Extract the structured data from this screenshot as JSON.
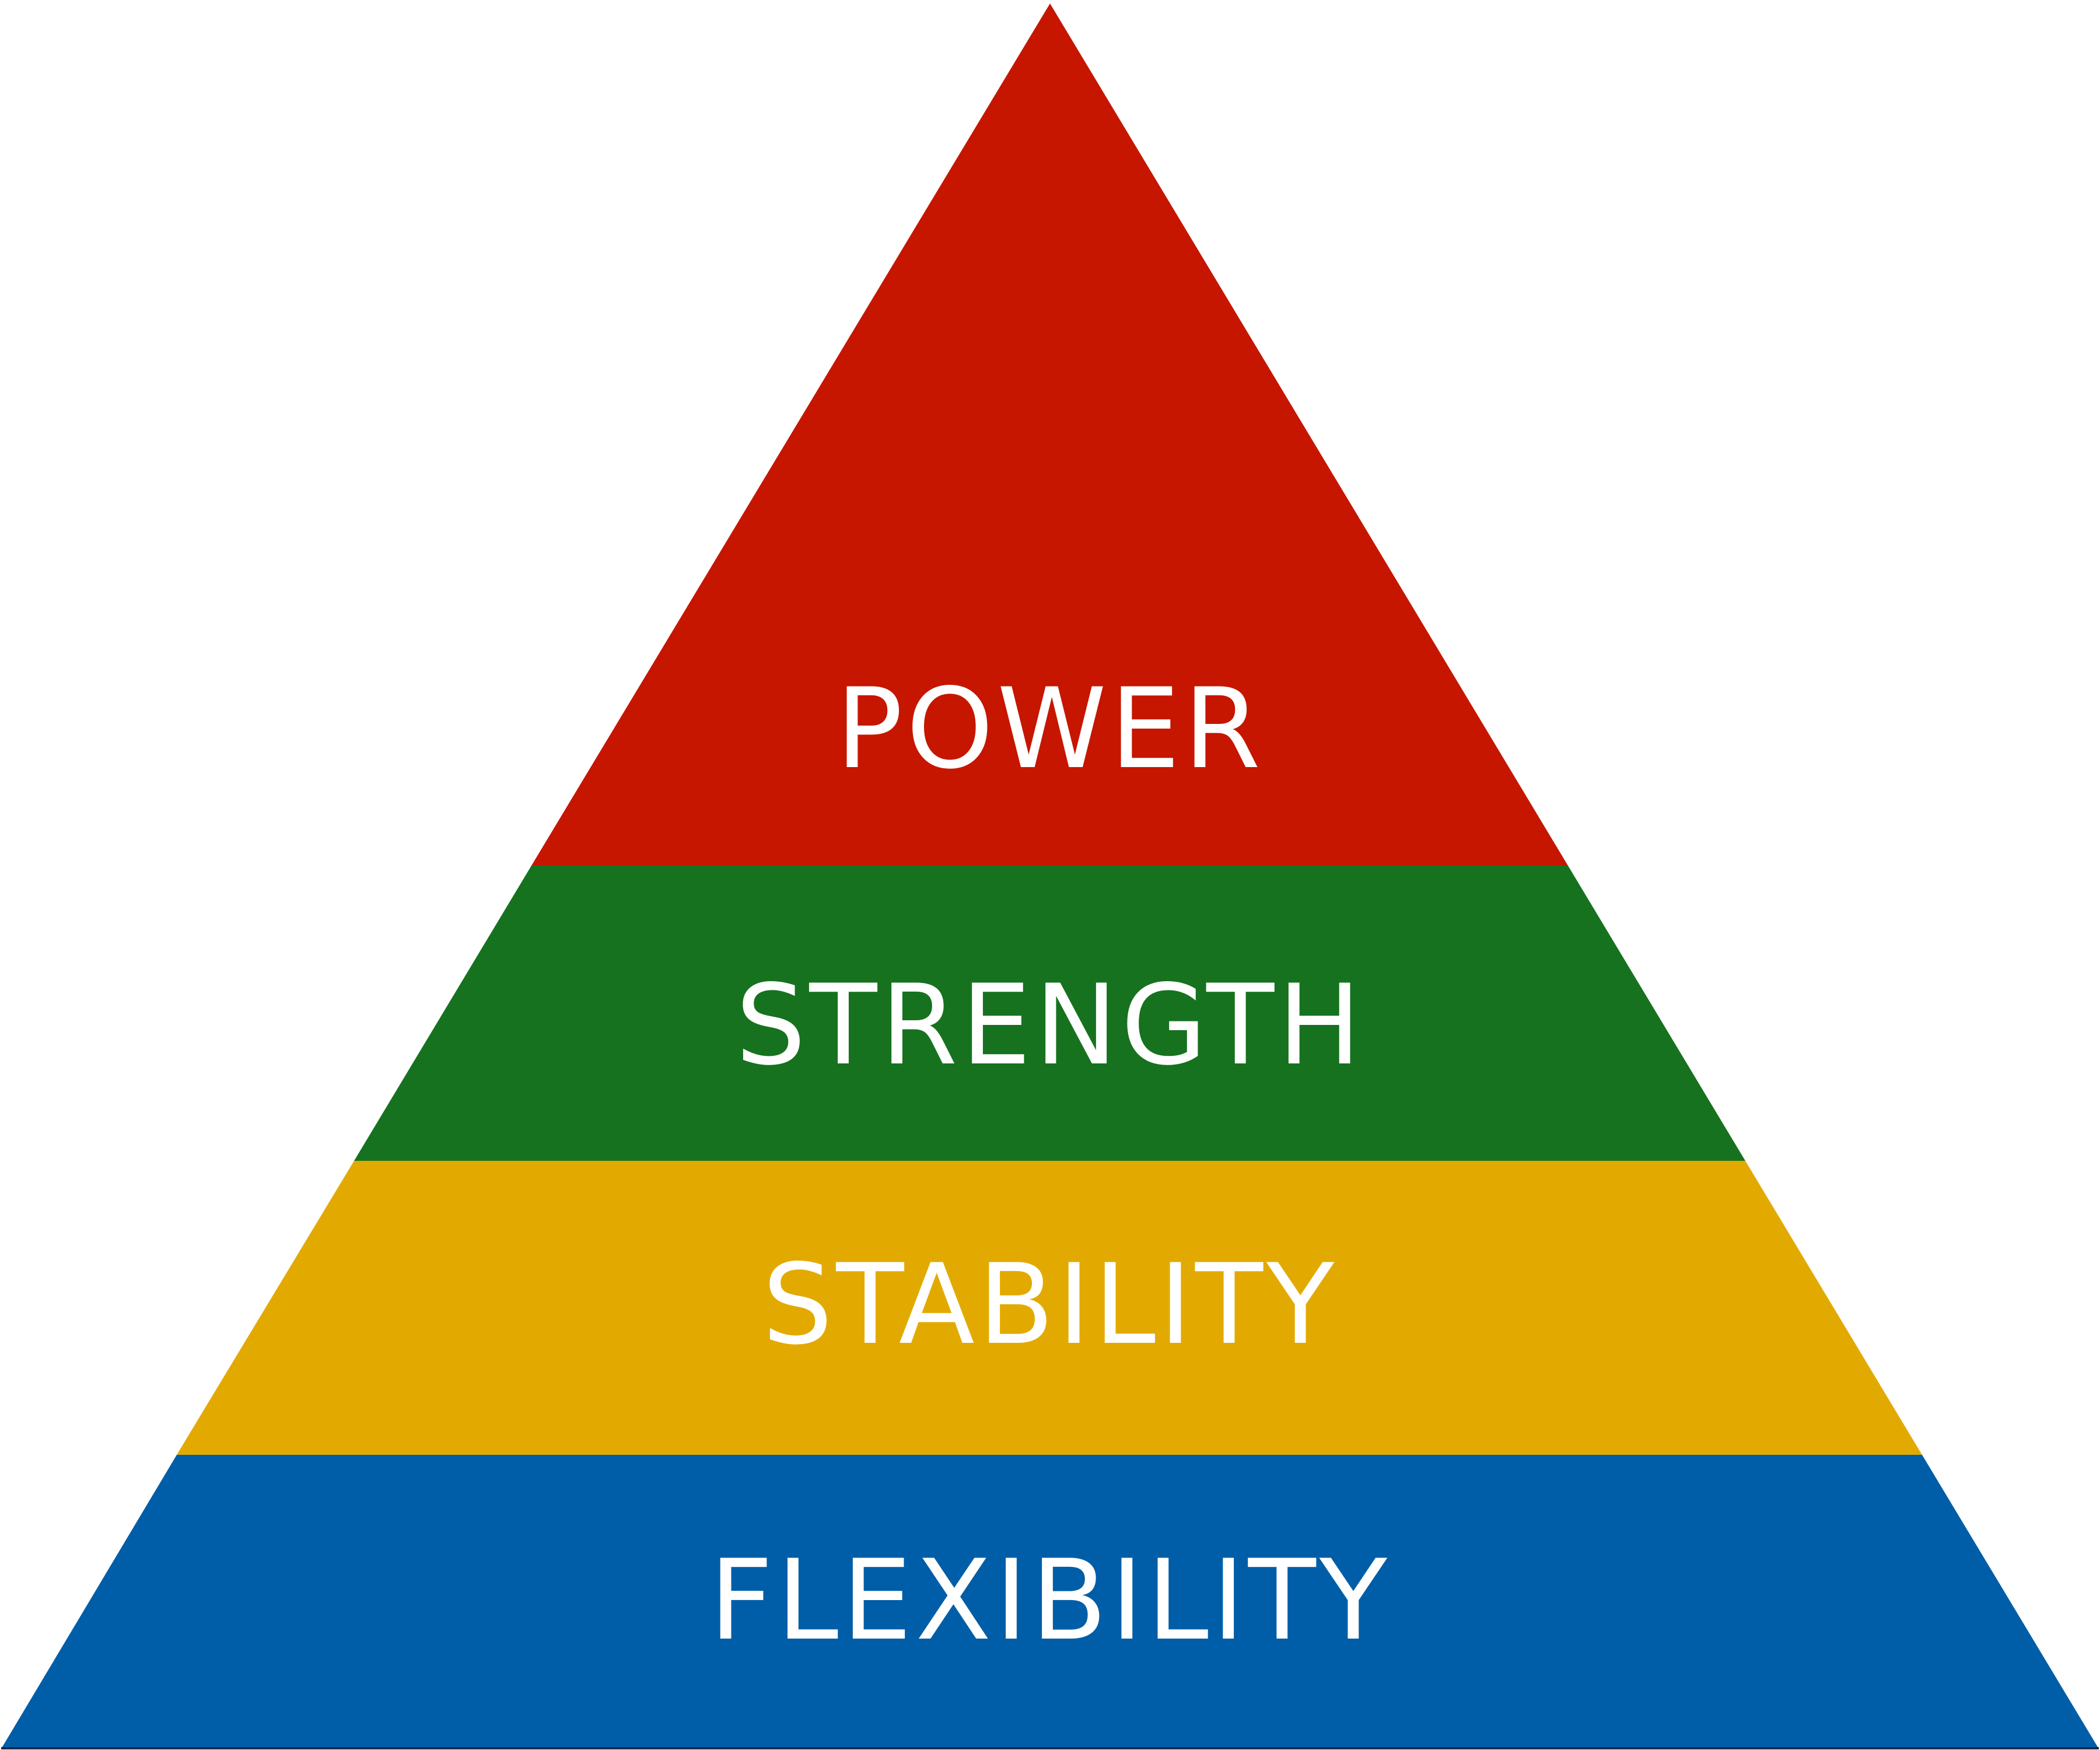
{
  "tiers": [
    {
      "label": "POWER",
      "color": "#C61600"
    },
    {
      "label": "STRENGTH",
      "color": "#16721E"
    },
    {
      "label": "STABILITY",
      "color": "#E2AA00"
    },
    {
      "label": "FLEXIBILITY",
      "color": "#005EA8"
    }
  ],
  "outline_color": "#0B2D4A",
  "text_color": "#FFFFFF"
}
